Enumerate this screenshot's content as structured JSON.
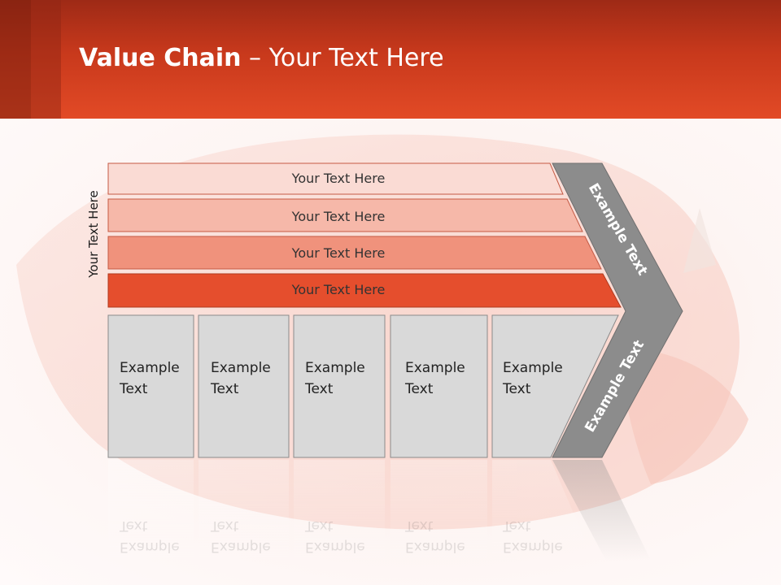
{
  "slide": {
    "title_bold": "Value Chain",
    "title_rest": " – Your Text Here",
    "side_label": "Your Text Here"
  },
  "bands": [
    {
      "label": "Your Text Here",
      "color": "#fadbd4"
    },
    {
      "label": "Your Text Here",
      "color": "#f6b8a9"
    },
    {
      "label": "Your Text Here",
      "color": "#f0927c"
    },
    {
      "label": "Your Text Here",
      "color": "#e54e2d"
    }
  ],
  "cells": [
    {
      "line1": "Example",
      "line2": "Text"
    },
    {
      "line1": "Example",
      "line2": "Text"
    },
    {
      "line1": "Example",
      "line2": "Text"
    },
    {
      "line1": "Example",
      "line2": "Text"
    },
    {
      "line1": "Example",
      "line2": "Text"
    }
  ],
  "chevron": {
    "upper_label": "Example Text",
    "lower_label": "Example Text",
    "color": "#8c8c8c"
  },
  "colors": {
    "accent": "#e24a26",
    "cell_fill": "#d9d9d9"
  }
}
